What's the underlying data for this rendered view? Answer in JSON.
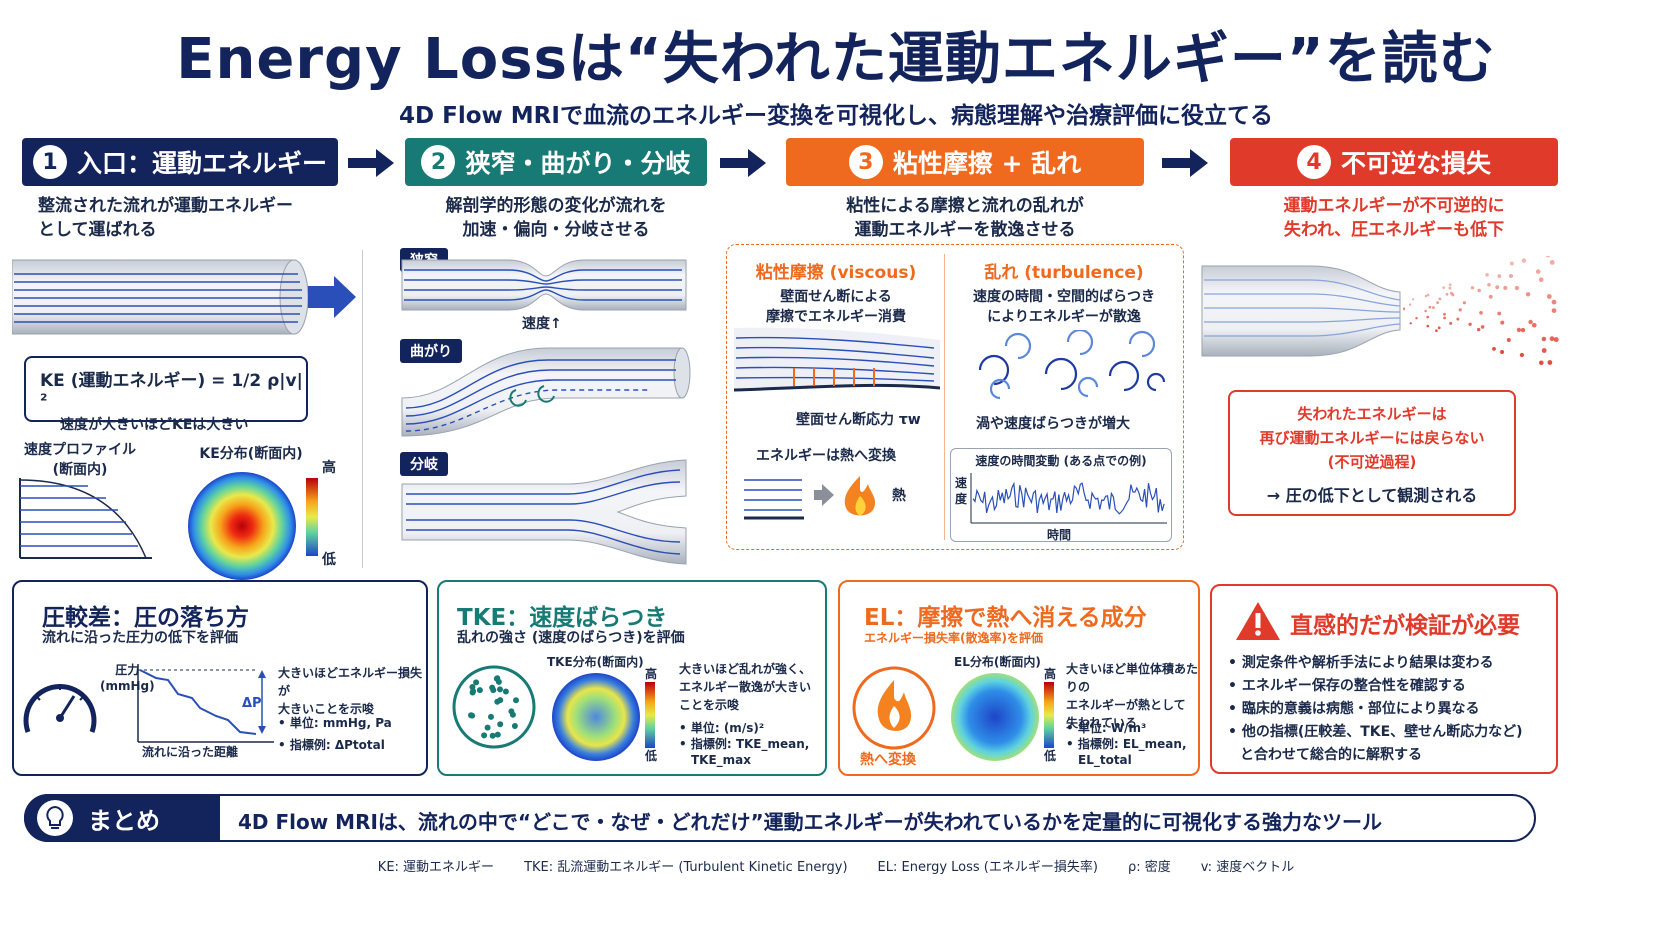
{
  "header": {
    "title": "Energy Lossは“失われた運動エネルギー”を読む",
    "subtitle": "4D Flow MRIで血流のエネルギー変換を可視化し、病態理解や治療評価に役立てる"
  },
  "steps": [
    {
      "num": "1",
      "label": "入口：運動エネルギー",
      "desc1": "整流された流れが運動エネルギー",
      "desc2": "として運ばれる",
      "color": "#13235b"
    },
    {
      "num": "2",
      "label": "狭窄・曲がり・分岐",
      "desc1": "解剖学的形態の変化が流れを",
      "desc2": "加速・偏向・分岐させる",
      "color": "#177a74"
    },
    {
      "num": "3",
      "label": "粘性摩擦 + 乱れ",
      "desc1": "粘性による摩擦と流れの乱れが",
      "desc2": "運動エネルギーを散逸させる",
      "color": "#ef6a1f"
    },
    {
      "num": "4",
      "label": "不可逆な損失",
      "desc1": "運動エネルギーが不可逆的に",
      "desc2": "失われ、圧エネルギーも低下",
      "color": "#e03a2b"
    }
  ],
  "stage1": {
    "formula": "KE (運動エネルギー) = 1/2 ρ|v|²",
    "formula_note": "速度が大きいほどKEは大きい",
    "profile_label1": "速度プロファイル",
    "profile_label2": "(断面内)",
    "ke_map_label": "KE分布(断面内)",
    "high": "高",
    "low": "低"
  },
  "stage2": {
    "stenosis": "狭窄",
    "velocity_up": "速度↑",
    "bend": "曲がり",
    "branch": "分岐"
  },
  "stage3": {
    "viscous_title": "粘性摩擦 (viscous)",
    "viscous_desc1": "壁面せん断による",
    "viscous_desc2": "摩擦でエネルギー消費",
    "wall_stress": "壁面せん断応力 τw",
    "heat_conv": "エネルギーは熱へ変換",
    "heat": "熱",
    "turb_title": "乱れ (turbulence)",
    "turb_desc1": "速度の時間・空間的ばらつき",
    "turb_desc2": "によりエネルギーが散逸",
    "eddy": "渦や速度ばらつきが増大",
    "time_var": "速度の時間変動 (ある点での例)",
    "speed_axis": "速度",
    "time_axis": "時間"
  },
  "stage4": {
    "box1": "失われたエネルギーは",
    "box2": "再び運動エネルギーには戻らない",
    "box3": "(不可逆過程)",
    "box4": "→ 圧の低下として観測される"
  },
  "panels": {
    "pressure": {
      "title": "圧較差：圧の落ち方",
      "subtitle": "流れに沿った圧力の低下を評価",
      "axis_y": "圧力",
      "axis_y_unit": "(mmHg)",
      "axis_x": "流れに沿った距離",
      "dp": "ΔP",
      "note1": "大きいほどエネルギー損失が",
      "note2": "大きいことを示唆",
      "unit": "• 単位: mmHg, Pa",
      "index": "• 指標例: ΔPtotal"
    },
    "tke": {
      "title": "TKE：速度ばらつき",
      "subtitle": "乱れの強さ (速度のばらつき)を評価",
      "map_label": "TKE分布(断面内)",
      "note1": "大きいほど乱れが強く、",
      "note2": "エネルギー散逸が大きい",
      "note3": "ことを示唆",
      "unit": "• 単位: (m/s)²",
      "index1": "• 指標例: TKE_mean,",
      "index2": "TKE_max",
      "high": "高",
      "low": "低"
    },
    "el": {
      "title": "EL：摩擦で熱へ消える成分",
      "subtitle": "エネルギー損失率(散逸率)を評価",
      "map_label": "EL分布(断面内)",
      "heat_label": "熱へ変換",
      "note1": "大きいほど単位体積あたりの",
      "note2": "エネルギーが熱として",
      "note3": "失われている",
      "unit": "• 単位: W/m³",
      "index1": "• 指標例: EL_mean,",
      "index2": "EL_total",
      "high": "高",
      "low": "低"
    },
    "warning": {
      "title": "直感的だが検証が必要",
      "b1": "• 測定条件や解析手法により結果は変わる",
      "b2": "• エネルギー保存の整合性を確認する",
      "b3": "• 臨床的意義は病態・部位により異なる",
      "b4": "• 他の指標(圧較差、TKE、壁せん断応力など)",
      "b5": "と合わせて総合的に解釈する"
    }
  },
  "summary": {
    "label": "まとめ",
    "text": "4D Flow MRIは、流れの中で“どこで・なぜ・どれだけ”運動エネルギーが失われているかを定量的に可視化する強力なツール"
  },
  "footer": {
    "ke": "KE: 運動エネルギー",
    "tke": "TKE: 乱流運動エネルギー (Turbulent Kinetic Energy)",
    "el": "EL: Energy Loss (エネルギー損失率)",
    "rho": "ρ: 密度",
    "v": "v: 速度ベクトル"
  },
  "colors": {
    "navy": "#13235b",
    "teal": "#177a74",
    "orange": "#ef6a1f",
    "red": "#e03a2b",
    "flow": "#2a4fb8"
  }
}
